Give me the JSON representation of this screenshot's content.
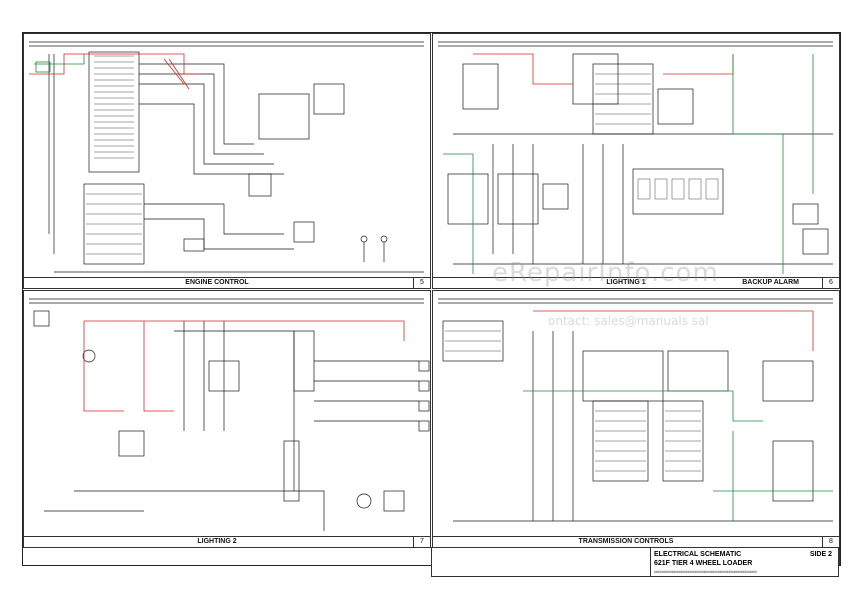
{
  "panels": [
    {
      "id": "engine-control",
      "title": "ENGINE CONTROL",
      "number": "5"
    },
    {
      "id": "lighting-1",
      "title": "LIGHTING 1",
      "title2": "BACKUP ALARM",
      "number": "6"
    },
    {
      "id": "lighting-2",
      "title": "LIGHTING 2",
      "number": "7"
    },
    {
      "id": "transmission-controls",
      "title": "TRANSMISSION CONTROLS",
      "number": "8"
    }
  ],
  "title_block": {
    "line1": "ELECTRICAL SCHEMATIC",
    "line2": "621F TIER 4 WHEEL LOADER",
    "side": "SIDE 2",
    "line3": "##########################################################"
  },
  "watermark": {
    "main": "eRepairInfo.com",
    "sub": "ontact: sales@manuals sal"
  },
  "colors": {
    "wire_black": "#1a1a1a",
    "wire_red": "#d42a2a",
    "wire_green": "#1e8c3a",
    "frame": "#333333"
  }
}
